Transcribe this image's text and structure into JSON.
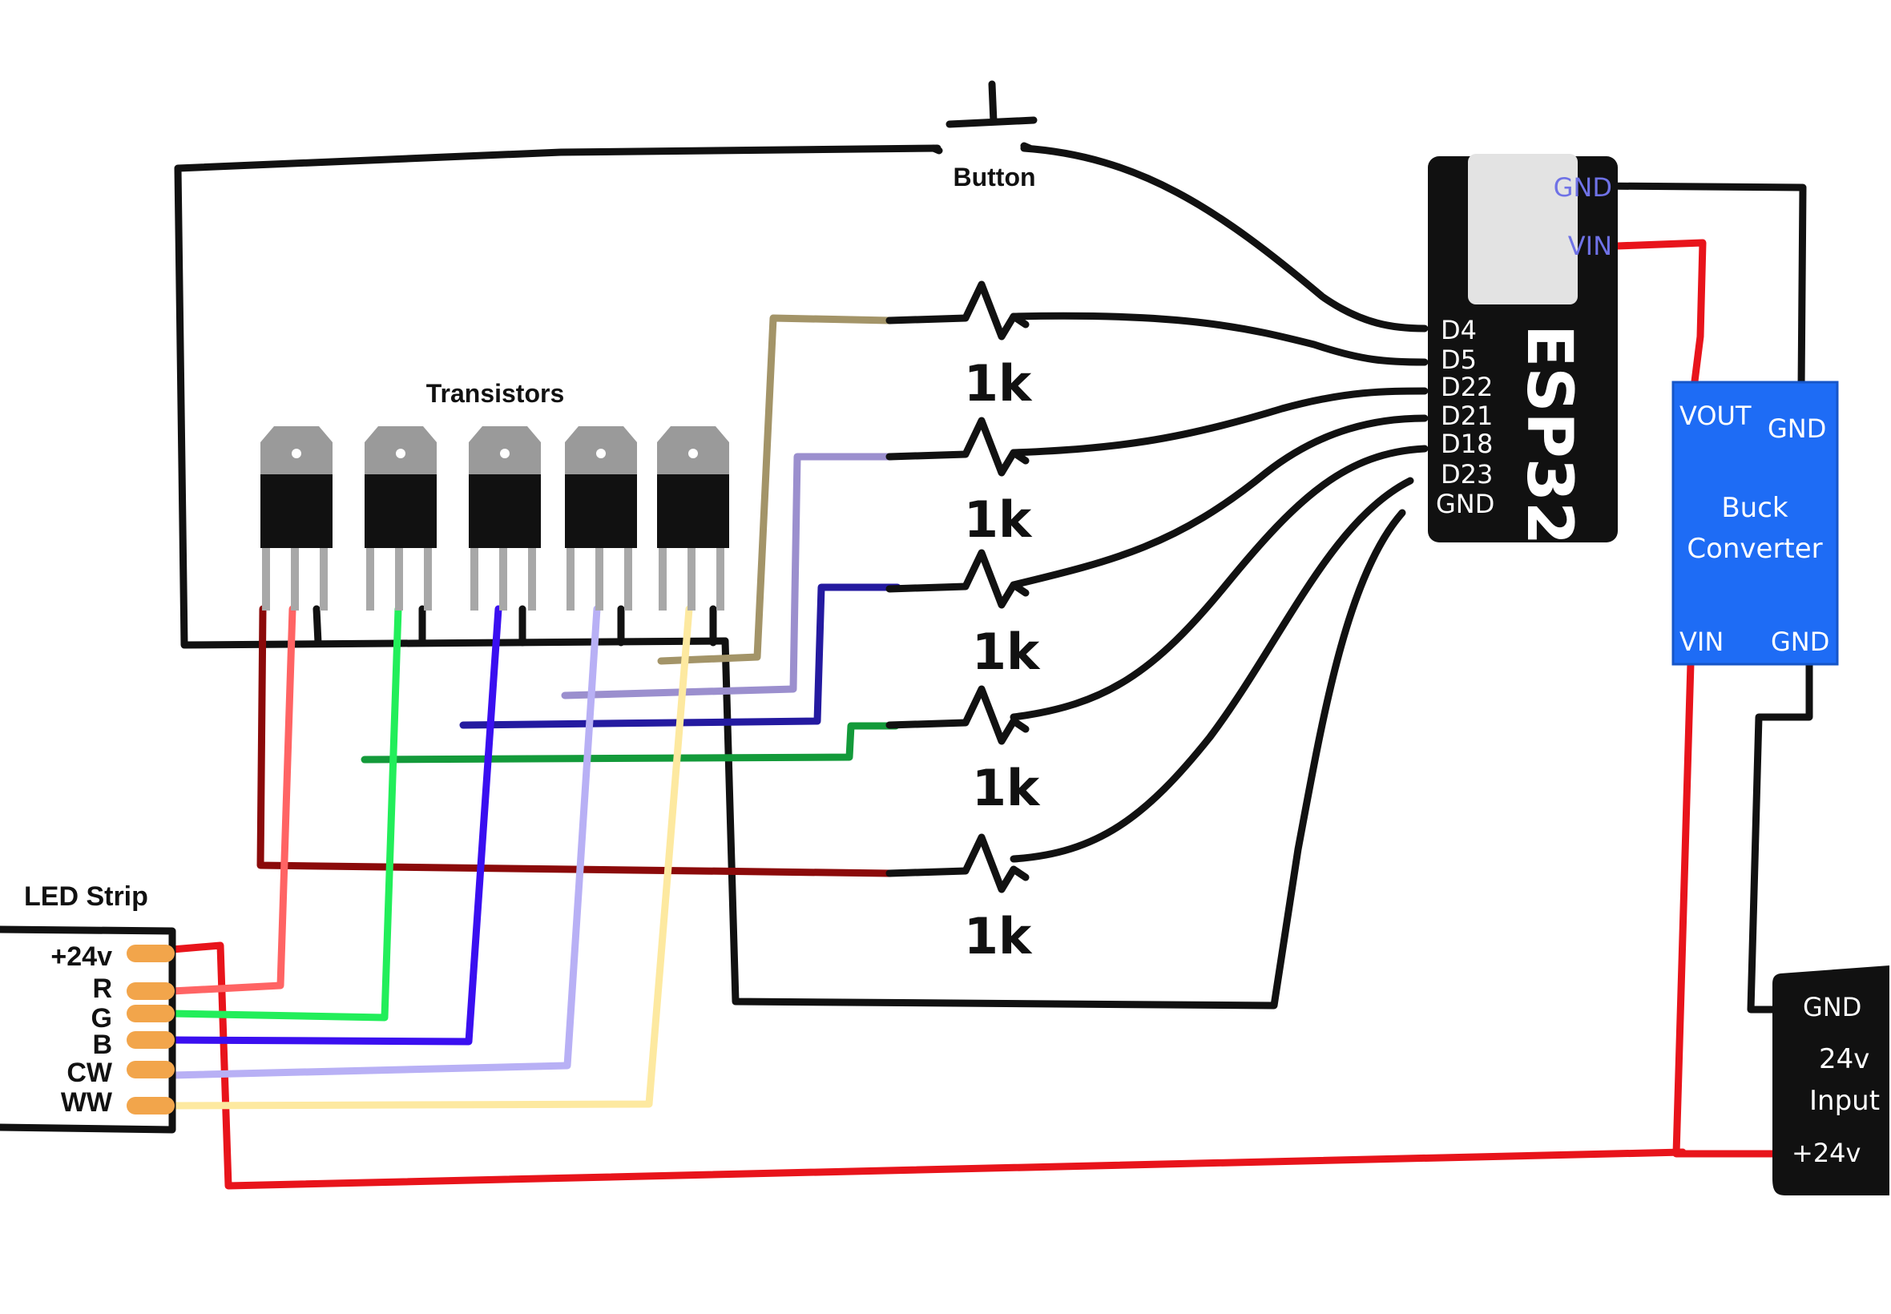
{
  "button": {
    "label": "Button"
  },
  "transistors": {
    "label": "Transistors"
  },
  "resistors": [
    "1k",
    "1k",
    "1k",
    "1k",
    "1k"
  ],
  "esp32": {
    "name": "ESP32",
    "right_pins": [
      "GND",
      "VIN"
    ],
    "left_pins": [
      "D4",
      "D5",
      "D22",
      "D21",
      "D18",
      "D23",
      "GND"
    ]
  },
  "buck": {
    "title_line1": "Buck",
    "title_line2": "Converter",
    "vout": "VOUT",
    "gnd_top": "GND",
    "vin": "VIN",
    "gnd_bottom": "GND"
  },
  "led_strip": {
    "label": "LED Strip",
    "pins": [
      "+24v",
      "R",
      "G",
      "B",
      "CW",
      "WW"
    ]
  },
  "input": {
    "gnd": "GND",
    "line1": "24v",
    "line2": "Input",
    "plus": "+24v"
  },
  "colors": {
    "wire_black": "#111111",
    "wire_red": "#e8141b",
    "wire_darkred": "#8b0a0a",
    "wire_salmon": "#ff6464",
    "wire_darkgreen": "#139a3a",
    "wire_green": "#22ee5a",
    "wire_navy": "#241aa0",
    "wire_blue": "#3a0ff0",
    "wire_lavender": "#9b8fce",
    "wire_lightlavender": "#b8b0f5",
    "wire_khaki": "#a39468",
    "wire_yellow": "#fde9a0",
    "buck_blue": "#1e6cf5",
    "esp_pin_blue": "#6f72e6",
    "led_pad": "#f2a54b"
  }
}
